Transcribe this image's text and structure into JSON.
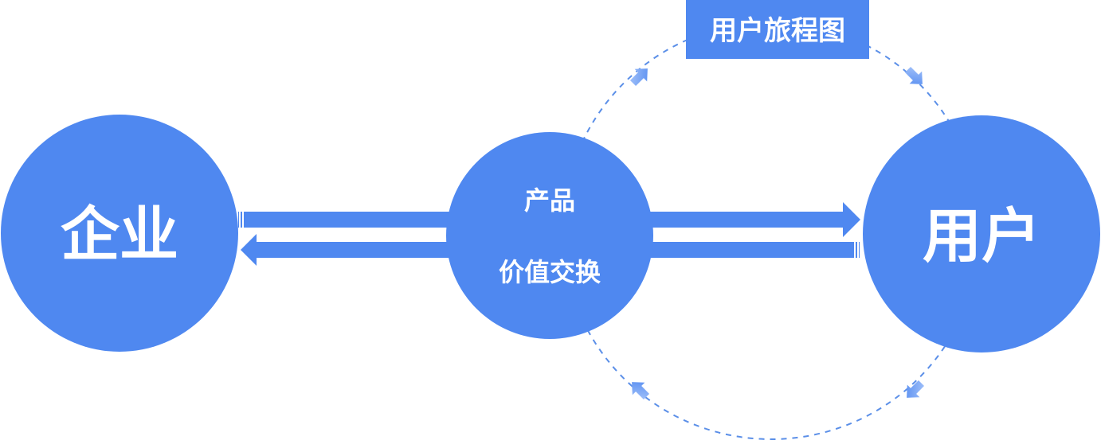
{
  "nodes": {
    "enterprise": {
      "label": "企业"
    },
    "exchange": {
      "line1": "产品",
      "line2": "价值交换"
    },
    "user": {
      "label": "用户"
    }
  },
  "journey_badge": {
    "label": "用户旅程图"
  },
  "colors": {
    "primary": "#4f88f0",
    "dashed": "#5b8fe8",
    "background": "#ffffff"
  }
}
